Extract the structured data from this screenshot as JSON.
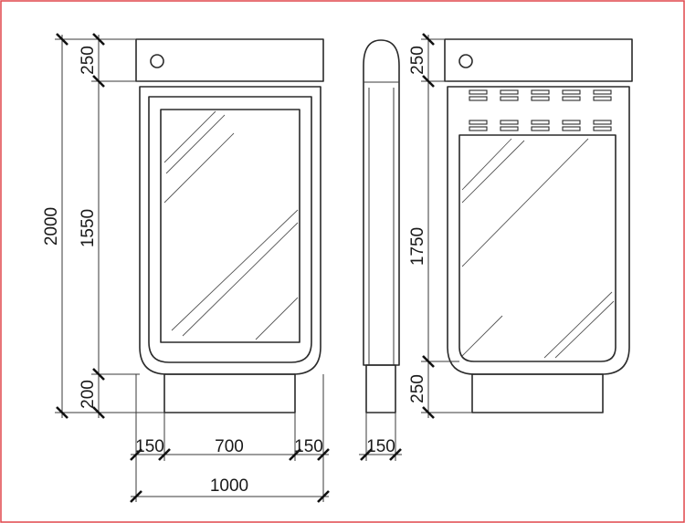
{
  "drawing": {
    "border_color": "#e0474c",
    "line_color": "#2a2a2a",
    "labels": {
      "total_height": "2000",
      "front_top_band": "250",
      "front_panel_height": "1550",
      "front_base_height": "200",
      "left_margin_width": "150",
      "panel_width": "700",
      "right_margin_width": "150",
      "total_width": "1000",
      "side_depth": "150",
      "back_top_band": "250",
      "back_panel_height": "1750",
      "back_base_height": "250"
    }
  }
}
